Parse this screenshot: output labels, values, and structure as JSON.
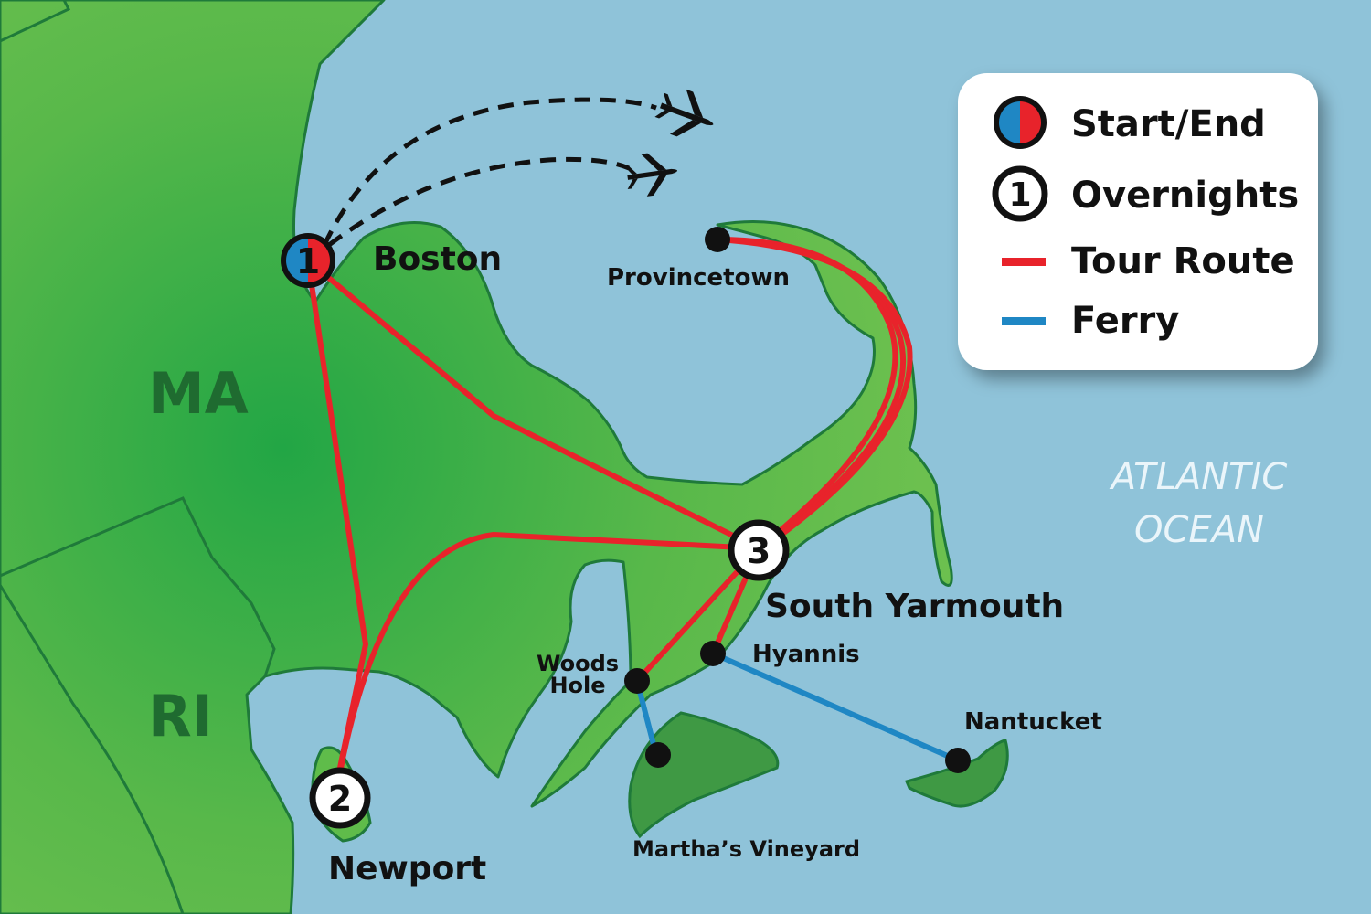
{
  "map": {
    "states": [
      "MA",
      "RI"
    ],
    "ocean": [
      "ATLANTIC",
      "OCEAN"
    ],
    "places": {
      "boston": "Boston",
      "provincetown": "Provincetown",
      "south_yarmouth": "South Yarmouth",
      "woods_hole_1": "Woods",
      "woods_hole_2": "Hole",
      "hyannis": "Hyannis",
      "nantucket": "Nantucket",
      "marthas_vineyard": "Martha’s Vineyard",
      "newport": "Newport"
    },
    "overnight_numbers": {
      "boston": "1",
      "newport": "2",
      "south_yarmouth": "3"
    }
  },
  "legend": {
    "start_end": "Start/End",
    "overnights": "Overnights",
    "overnights_sample": "1",
    "tour_route": "Tour Route",
    "ferry": "Ferry"
  },
  "colors": {
    "water": "#8fc3d9",
    "land": "#5fbc4a",
    "land_dark": "#2d8a3a",
    "route": "#e8232b",
    "ferry": "#1f87c4",
    "start_blue": "#1f87c4",
    "start_red": "#e8232b"
  }
}
